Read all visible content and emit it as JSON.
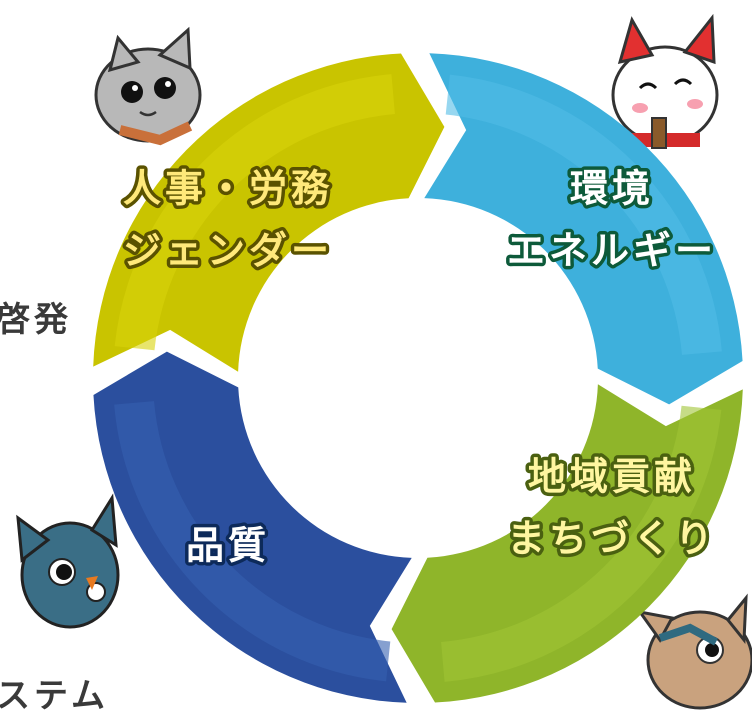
{
  "side_texts": {
    "left_top": "啓発",
    "left_bottom": "ステム"
  },
  "segments": [
    {
      "id": "hr",
      "lines": [
        "人事・労務",
        "ジェンダー"
      ],
      "color": "#c9c400",
      "color_light": "#d8d30a",
      "text_fill": "#ffe97a",
      "text_stroke": "#5a5200"
    },
    {
      "id": "env",
      "lines": [
        "環境",
        "エネルギー"
      ],
      "color": "#3eb0dc",
      "color_light": "#52bde6",
      "text_fill": "#ffffff",
      "text_stroke": "#0d5a3a"
    },
    {
      "id": "community",
      "lines": [
        "地域貢献",
        "まちづくり"
      ],
      "color": "#8fb52a",
      "color_light": "#a0c535",
      "text_fill": "#fff6a0",
      "text_stroke": "#4a6010"
    },
    {
      "id": "quality",
      "lines": [
        "品質"
      ],
      "color": "#2b4f9e",
      "color_light": "#3560b0",
      "text_fill": "#ffffff",
      "text_stroke": "#0d2a5a"
    }
  ],
  "mascots": [
    {
      "name": "gray-cat-mascot",
      "body": "#b8b8b8"
    },
    {
      "name": "white-red-cat-mascot",
      "body": "#ffffff"
    },
    {
      "name": "blue-cat-mascot",
      "body": "#3a6e86"
    },
    {
      "name": "brown-cat-mascot",
      "body": "#c9a27e"
    }
  ]
}
